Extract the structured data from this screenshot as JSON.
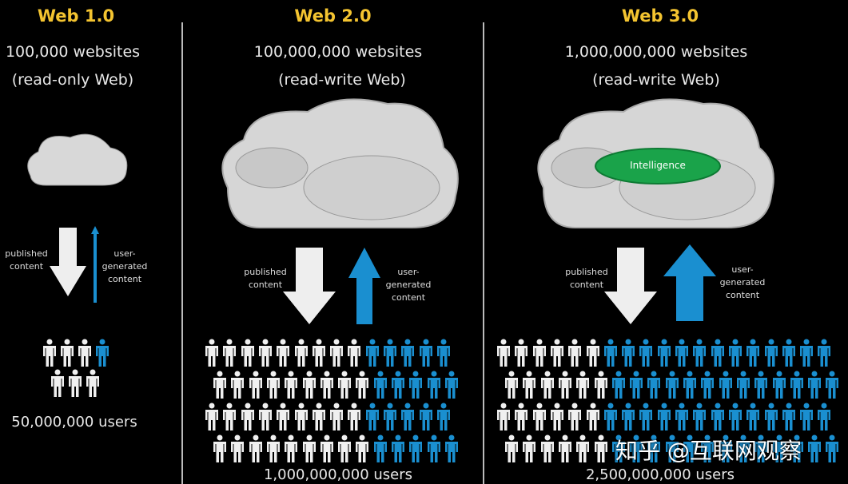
{
  "panels": [
    {
      "title": "Web 1.0",
      "sites": "100,000 websites",
      "type": "(read-only Web)",
      "down_label": "published content",
      "up_label": "user-generated content",
      "users": "50,000,000 users",
      "people_rows": [
        [
          3,
          1
        ],
        [
          3,
          0
        ]
      ]
    },
    {
      "title": "Web 2.0",
      "sites": "100,000,000 websites",
      "type": "(read-write Web)",
      "down_label": "published content",
      "up_label": "user-generated content",
      "users": "1,000,000,000 users",
      "people_rows": [
        [
          9,
          5
        ],
        [
          9,
          5
        ],
        [
          9,
          5
        ],
        [
          9,
          5
        ]
      ]
    },
    {
      "title": "Web 3.0",
      "sites": "1,000,000,000 websites",
      "type": "(read-write Web)",
      "down_label": "published content",
      "up_label": "user-generated content",
      "users": "2,500,000,000 users",
      "cloud_label": "Intelligence",
      "people_rows": [
        [
          6,
          13
        ],
        [
          6,
          13
        ],
        [
          6,
          13
        ],
        [
          6,
          13
        ]
      ]
    }
  ],
  "watermark": "知乎 @互联网观察",
  "colors": {
    "title": "#f4c430",
    "blue": "#1a8fd0",
    "white": "#f0f0f0",
    "green": "#1aa34a"
  }
}
